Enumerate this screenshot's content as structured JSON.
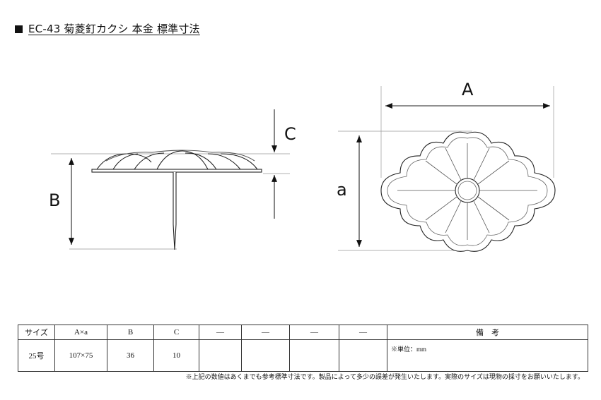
{
  "title": "EC-43 菊菱釘カクシ 本金 標準寸法",
  "labels": {
    "A": "A",
    "a": "a",
    "B": "B",
    "C": "C"
  },
  "table": {
    "headers": [
      "サイズ",
      "A×a",
      "B",
      "C",
      "—",
      "—",
      "—",
      "—",
      "備　考"
    ],
    "row": [
      "25号",
      "107×75",
      "36",
      "10",
      "",
      "",
      "",
      "",
      ""
    ],
    "remark": "※単位：mm"
  },
  "footnote": "※上記の数値はあくまでも参考標準寸法です。製品によって多少の誤差が発生いたします。実際のサイズは現物の採寸をお願いいたします。"
}
